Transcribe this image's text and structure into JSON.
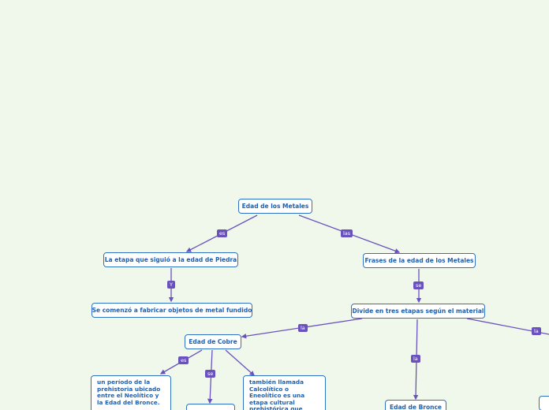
{
  "nodes": {
    "root": "Edad de los Metales",
    "etapa_piedra": "La etapa que siguió a la edad de Piedra",
    "fabricar": "Se comenzó a fabricar objetos de metal fundido",
    "frases": "Frases de la edad de los Metales",
    "divide": "Divide en tres etapas según el material",
    "cobre": "Edad de Cobre",
    "periodo": "un período de la prehistoria ubicado entre el Neolítico y la Edad del Bronce.",
    "calcolitico": "también llamada Calcolítico o Eneolítico es una etapa cultural prehistórica que sucedió después del",
    "bronce": "Edad de Bronce"
  },
  "labels": {
    "es_1": "es",
    "las": "las",
    "y": "Y",
    "se_1": "se",
    "la_1": "la",
    "la_2": "la",
    "la_3": "la",
    "es_2": "es",
    "se_2": "se"
  },
  "colors": {
    "background": "#f0f8ec",
    "node_border": "#2f72c4",
    "node_text": "#1d5fb1",
    "link": "#6a52be",
    "tag": "#6a52be"
  }
}
